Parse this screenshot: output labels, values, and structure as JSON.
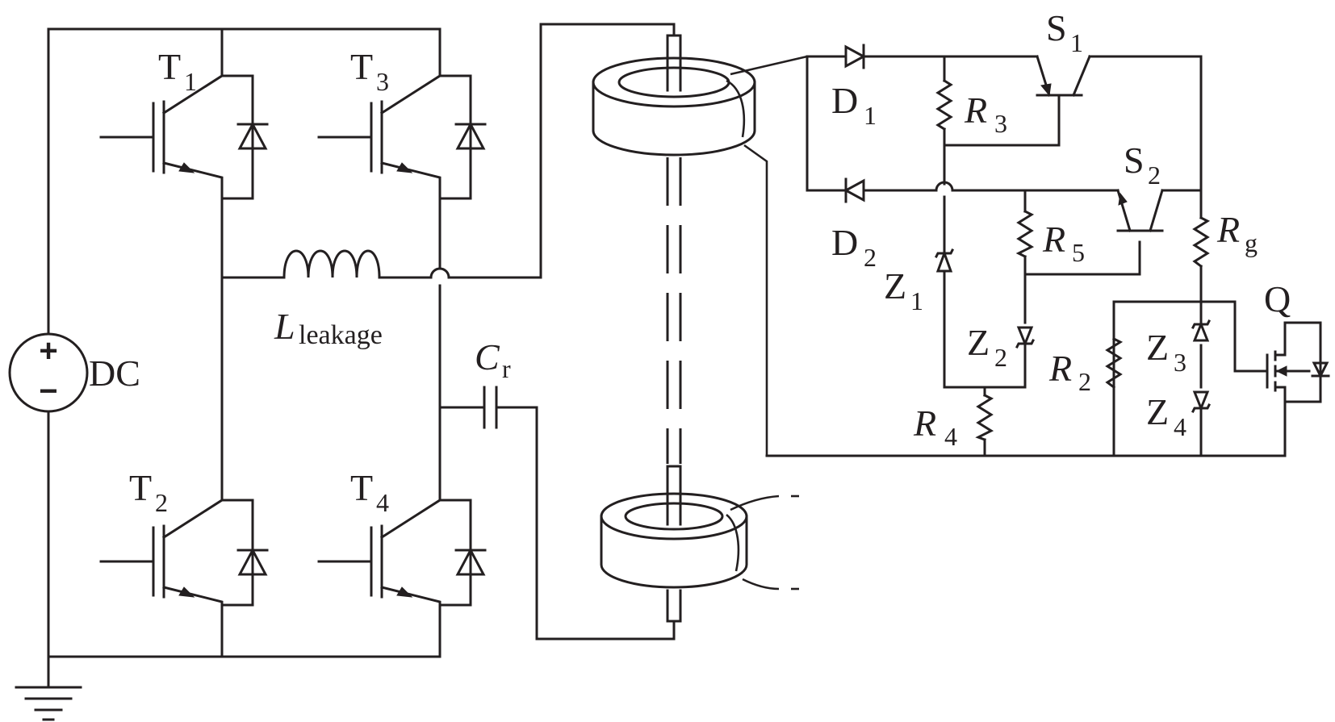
{
  "labels": {
    "t1": {
      "main": "T",
      "sub": "1"
    },
    "t2": {
      "main": "T",
      "sub": "2"
    },
    "t3": {
      "main": "T",
      "sub": "3"
    },
    "t4": {
      "main": "T",
      "sub": "4"
    },
    "dc": "DC",
    "dc_plus": "+",
    "dc_minus": "−",
    "l": {
      "main": "L",
      "sub": "leakage"
    },
    "cr": {
      "main": "C",
      "sub": "r"
    },
    "d1": {
      "main": "D",
      "sub": "1"
    },
    "d2": {
      "main": "D",
      "sub": "2"
    },
    "s1": {
      "main": "S",
      "sub": "1"
    },
    "s2": {
      "main": "S",
      "sub": "2"
    },
    "r2": {
      "main": "R",
      "sub": "2"
    },
    "r3": {
      "main": "R",
      "sub": "3"
    },
    "r4": {
      "main": "R",
      "sub": "4"
    },
    "r5": {
      "main": "R",
      "sub": "5"
    },
    "rg": {
      "main": "R",
      "sub": "g"
    },
    "z1": {
      "main": "Z",
      "sub": "1"
    },
    "z2": {
      "main": "Z",
      "sub": "2"
    },
    "z3": {
      "main": "Z",
      "sub": "3"
    },
    "z4": {
      "main": "Z",
      "sub": "4"
    },
    "q": "Q"
  }
}
